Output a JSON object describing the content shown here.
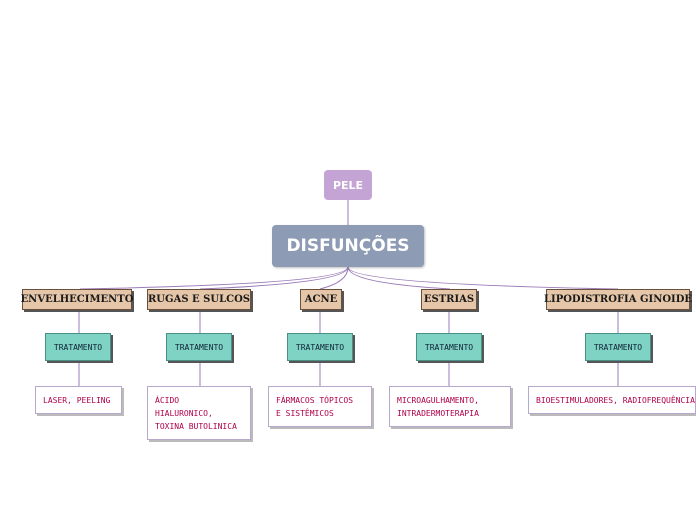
{
  "root": {
    "label": "PELE"
  },
  "center": {
    "label": "DISFUNÇÕES"
  },
  "branches": [
    {
      "topic": "ENVELHECIMENTO",
      "treatment": "TRATAMENTO",
      "leaf": "LASER, PEELING"
    },
    {
      "topic": "RUGAS E SULCOS",
      "treatment": "TRATAMENTO",
      "leaf": "ÁCIDO\nHIALURONICO,\nTOXINA BUTOLINICA"
    },
    {
      "topic": "ACNE",
      "treatment": "TRATAMENTO",
      "leaf": "FÁRMACOS TÓPICOS\nE SISTÊMICOS"
    },
    {
      "topic": "ESTRIAS",
      "treatment": "TRATAMENTO",
      "leaf": "MICROAGULHAMENTO,\nINTRADERMOTERAPIA"
    },
    {
      "topic": "LIPODISTROFIA GINOIDE",
      "treatment": "TRATAMENTO",
      "leaf": "BIOESTIMULADORES, RADIOFREQUÊNCIA"
    }
  ],
  "colors": {
    "root": "#c4a4d4",
    "center": "#8e9bb4",
    "topic": "#e5c6a8",
    "treatment": "#7ed3c5",
    "leaf_text": "#b0004a",
    "connector": "#9b7bb8"
  }
}
